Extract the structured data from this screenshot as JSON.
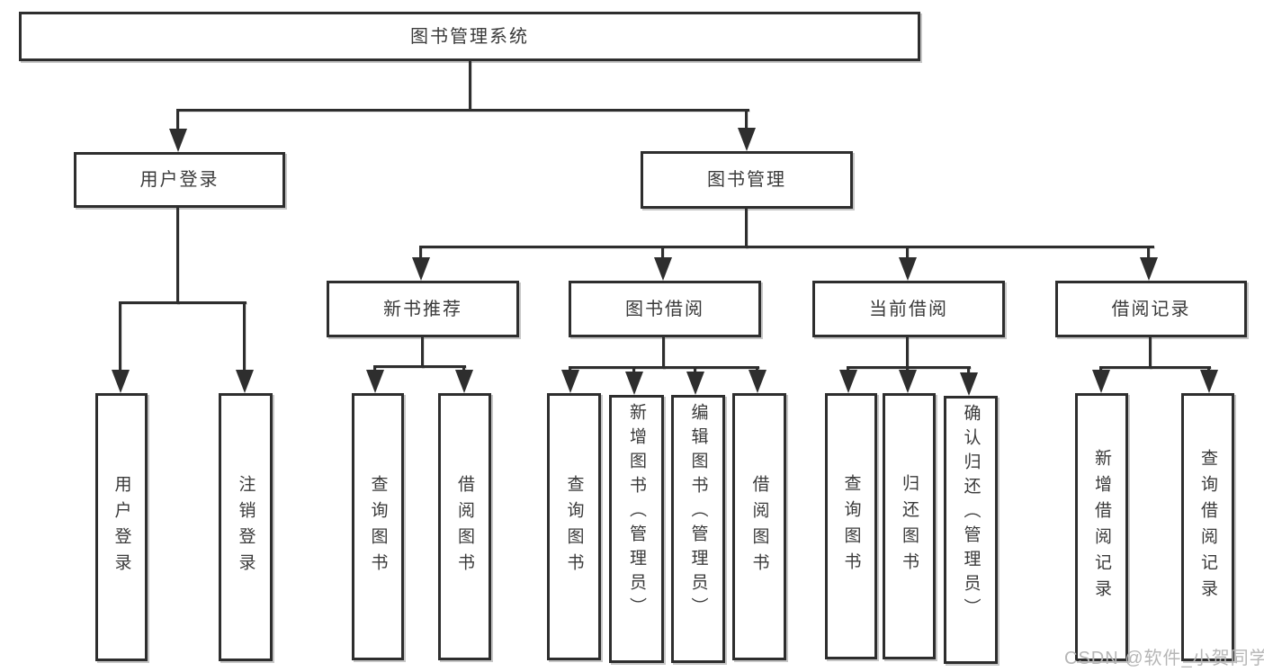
{
  "diagram": {
    "root": {
      "label": "图书管理系统"
    },
    "level2": [
      {
        "key": "user-login",
        "label": "用户登录"
      },
      {
        "key": "book-management",
        "label": "图书管理"
      }
    ],
    "level3": [
      {
        "key": "new-book-recommend",
        "label": "新书推荐"
      },
      {
        "key": "book-borrow",
        "label": "图书借阅"
      },
      {
        "key": "current-borrow",
        "label": "当前借阅"
      },
      {
        "key": "borrow-records",
        "label": "借阅记录"
      }
    ],
    "leaves": [
      {
        "key": "user-login-leaf",
        "label": "用户登录"
      },
      {
        "key": "logout",
        "label": "注销登录"
      },
      {
        "key": "query-books-recommend",
        "label": "查询图书"
      },
      {
        "key": "borrow-books-recommend",
        "label": "借阅图书"
      },
      {
        "key": "query-books-borrow",
        "label": "查询图书"
      },
      {
        "key": "add-books-admin",
        "label": "新增图书（管理员）"
      },
      {
        "key": "edit-books-admin",
        "label": "编辑图书（管理员）"
      },
      {
        "key": "borrow-books-borrow",
        "label": "借阅图书"
      },
      {
        "key": "query-books-current",
        "label": "查询图书"
      },
      {
        "key": "return-books",
        "label": "归还图书"
      },
      {
        "key": "confirm-return-admin",
        "label": "确认归还（管理员）"
      },
      {
        "key": "add-borrow-record",
        "label": "新增借阅记录"
      },
      {
        "key": "query-borrow-record",
        "label": "查询借阅记录"
      }
    ]
  },
  "watermark": {
    "text": "CSDN @软件_小贺同学",
    "color": "#b6b6b6"
  },
  "colors": {
    "line": "#2e2e2e",
    "text": "#3a3a3a",
    "background": "#ffffff"
  }
}
